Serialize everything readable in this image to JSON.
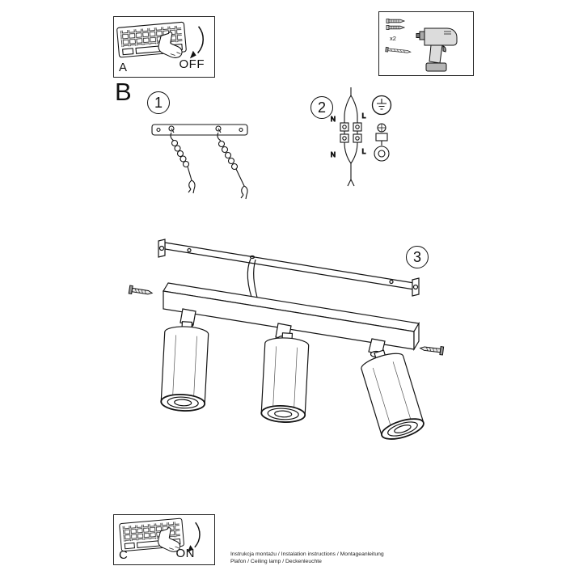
{
  "panel_off": {
    "corner_label": "A",
    "action_label": "OFF"
  },
  "panel_on": {
    "corner_label": "C",
    "action_label": "ON"
  },
  "tools_panel": {
    "anchor_count": "x2"
  },
  "section_label": "B",
  "steps": {
    "one": "1",
    "two": "2",
    "three": "3"
  },
  "wiring": {
    "top_n": "N",
    "top_l": "L",
    "bottom_n": "N",
    "bottom_l": "L"
  },
  "footer": {
    "line1": "Instrukcja montażu / Instalation instructions / Montageanleitung",
    "line2": "Plafon / Ceiling lamp / Deckenleuchte"
  }
}
